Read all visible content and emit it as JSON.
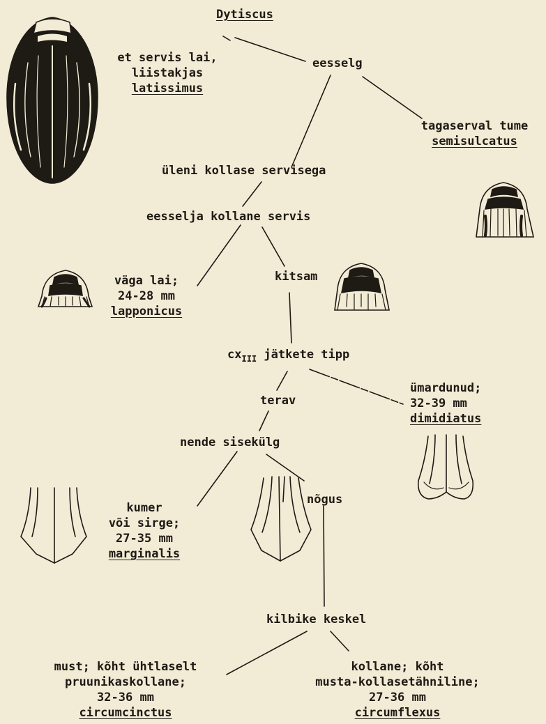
{
  "nodes": {
    "root": "Dytiscus",
    "eesselg": "eesselg",
    "latissimus_desc": [
      "et servis lai,",
      "liistakjas"
    ],
    "latissimus_name": "latissimus",
    "semisulcatus_desc": "tagaserval tume",
    "semisulcatus_name": "semisulcatus",
    "uleni": "üleni kollase servisega",
    "eesselja": "eesselja kollane servis",
    "lapponicus_desc": [
      "väga lai;",
      "24-28 mm"
    ],
    "lapponicus_name": "lapponicus",
    "kitsam": "kitsam",
    "cx_prefix": "cx",
    "cx_sub": "III",
    "cx_rest": "jätkete tipp",
    "dimidiatus_desc": [
      "ümardunud;",
      "32-39 mm"
    ],
    "dimidiatus_name": "dimidiatus",
    "terav": "terav",
    "nende": "nende sisekülg",
    "marginalis_desc": [
      "kumer",
      "või sirge;",
      "27-35 mm"
    ],
    "marginalis_name": "marginalis",
    "nogus": "nõgus",
    "kilbike": "kilbike keskel",
    "circumcinctus_desc": [
      "must; kõht ühtlaselt",
      "pruunikaskollane;",
      "32-36 mm"
    ],
    "circumcinctus_name": "circumcinctus",
    "circumflexus_desc": [
      "kollane; kõht",
      "musta-kollasetähniline;",
      "27-36 mm"
    ],
    "circumflexus_name": "circumflexus"
  }
}
